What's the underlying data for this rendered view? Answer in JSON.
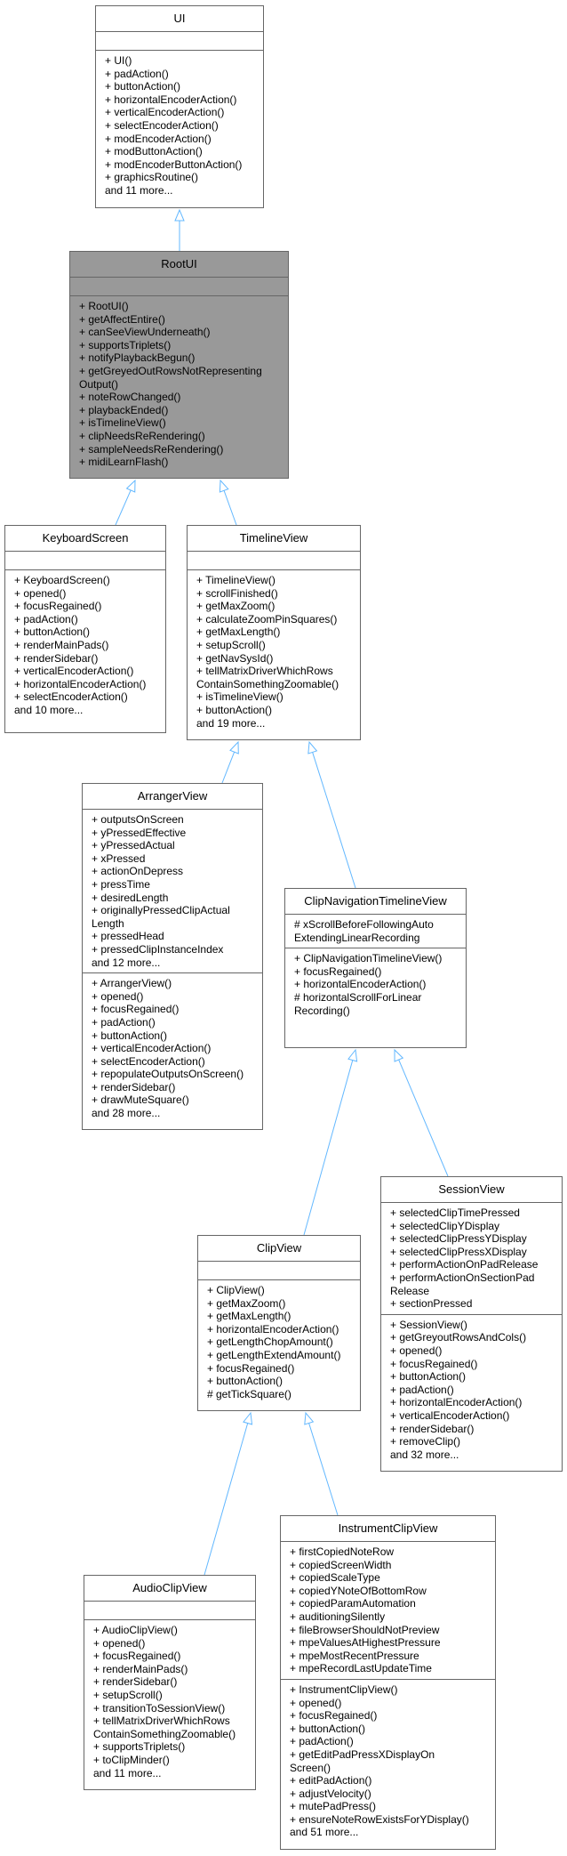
{
  "classes": [
    {
      "name": "UI",
      "highlight": false,
      "attributes": [],
      "methods": [
        "+ UI()",
        "+ padAction()",
        "+ buttonAction()",
        "+ horizontalEncoderAction()",
        "+ verticalEncoderAction()",
        "+ selectEncoderAction()",
        "+ modEncoderAction()",
        "+ modButtonAction()",
        "+ modEncoderButtonAction()",
        "+ graphicsRoutine()",
        "and 11 more..."
      ]
    },
    {
      "name": "RootUI",
      "highlight": true,
      "attributes": [],
      "methods": [
        "+ RootUI()",
        "+ getAffectEntire()",
        "+ canSeeViewUnderneath()",
        "+ supportsTriplets()",
        "+ notifyPlaybackBegun()",
        "+ getGreyedOutRowsNotRepresenting",
        "Output()",
        "+ noteRowChanged()",
        "+ playbackEnded()",
        "+ isTimelineView()",
        "+ clipNeedsReRendering()",
        "+ sampleNeedsReRendering()",
        "+ midiLearnFlash()"
      ]
    },
    {
      "name": "KeyboardScreen",
      "highlight": false,
      "attributes": [],
      "methods": [
        "+ KeyboardScreen()",
        "+ opened()",
        "+ focusRegained()",
        "+ padAction()",
        "+ buttonAction()",
        "+ renderMainPads()",
        "+ renderSidebar()",
        "+ verticalEncoderAction()",
        "+ horizontalEncoderAction()",
        "+ selectEncoderAction()",
        "and 10 more..."
      ]
    },
    {
      "name": "TimelineView",
      "highlight": false,
      "attributes": [],
      "methods": [
        "+ TimelineView()",
        "+ scrollFinished()",
        "+ getMaxZoom()",
        "+ calculateZoomPinSquares()",
        "+ getMaxLength()",
        "+ setupScroll()",
        "+ getNavSysId()",
        "+ tellMatrixDriverWhichRows",
        "ContainSomethingZoomable()",
        "+ isTimelineView()",
        "+ buttonAction()",
        "and 19 more..."
      ]
    },
    {
      "name": "ArrangerView",
      "highlight": false,
      "attributes": [
        "+ outputsOnScreen",
        "+ yPressedEffective",
        "+ yPressedActual",
        "+ xPressed",
        "+ actionOnDepress",
        "+ pressTime",
        "+ desiredLength",
        "+ originallyPressedClipActual",
        "Length",
        "+ pressedHead",
        "+ pressedClipInstanceIndex",
        "and 12 more..."
      ],
      "methods": [
        "+ ArrangerView()",
        "+ opened()",
        "+ focusRegained()",
        "+ padAction()",
        "+ buttonAction()",
        "+ verticalEncoderAction()",
        "+ selectEncoderAction()",
        "+ repopulateOutputsOnScreen()",
        "+ renderSidebar()",
        "+ drawMuteSquare()",
        "and 28 more..."
      ]
    },
    {
      "name": "ClipNavigationTimelineView",
      "highlight": false,
      "attributes": [
        "# xScrollBeforeFollowingAuto",
        "ExtendingLinearRecording"
      ],
      "methods": [
        "+ ClipNavigationTimelineView()",
        "+ focusRegained()",
        "+ horizontalEncoderAction()",
        "# horizontalScrollForLinear",
        "Recording()"
      ]
    },
    {
      "name": "SessionView",
      "highlight": false,
      "attributes": [
        "+ selectedClipTimePressed",
        "+ selectedClipYDisplay",
        "+ selectedClipPressYDisplay",
        "+ selectedClipPressXDisplay",
        "+ performActionOnPadRelease",
        "+ performActionOnSectionPad",
        "Release",
        "+ sectionPressed"
      ],
      "methods": [
        "+ SessionView()",
        "+ getGreyoutRowsAndCols()",
        "+ opened()",
        "+ focusRegained()",
        "+ buttonAction()",
        "+ padAction()",
        "+ horizontalEncoderAction()",
        "+ verticalEncoderAction()",
        "+ renderSidebar()",
        "+ removeClip()",
        "and 32 more..."
      ]
    },
    {
      "name": "ClipView",
      "highlight": false,
      "attributes": [],
      "methods": [
        "+ ClipView()",
        "+ getMaxZoom()",
        "+ getMaxLength()",
        "+ horizontalEncoderAction()",
        "+ getLengthChopAmount()",
        "+ getLengthExtendAmount()",
        "+ focusRegained()",
        "+ buttonAction()",
        "# getTickSquare()"
      ]
    },
    {
      "name": "InstrumentClipView",
      "highlight": false,
      "attributes": [
        "+ firstCopiedNoteRow",
        "+ copiedScreenWidth",
        "+ copiedScaleType",
        "+ copiedYNoteOfBottomRow",
        "+ copiedParamAutomation",
        "+ auditioningSilently",
        "+ fileBrowserShouldNotPreview",
        "+ mpeValuesAtHighestPressure",
        "+ mpeMostRecentPressure",
        "+ mpeRecordLastUpdateTime"
      ],
      "methods": [
        "+ InstrumentClipView()",
        "+ opened()",
        "+ focusRegained()",
        "+ buttonAction()",
        "+ padAction()",
        "+ getEditPadPressXDisplayOn",
        "Screen()",
        "+ editPadAction()",
        "+ adjustVelocity()",
        "+ mutePadPress()",
        "+ ensureNoteRowExistsForYDisplay()",
        "and 51 more..."
      ]
    },
    {
      "name": "AudioClipView",
      "highlight": false,
      "attributes": [],
      "methods": [
        "+ AudioClipView()",
        "+ opened()",
        "+ focusRegained()",
        "+ renderMainPads()",
        "+ renderSidebar()",
        "+ setupScroll()",
        "+ transitionToSessionView()",
        "+ tellMatrixDriverWhichRows",
        "ContainSomethingZoomable()",
        "+ supportsTriplets()",
        "+ toClipMinder()",
        "and 11 more..."
      ]
    }
  ],
  "inheritance": [
    {
      "child": "RootUI",
      "parent": "UI"
    },
    {
      "child": "KeyboardScreen",
      "parent": "RootUI"
    },
    {
      "child": "TimelineView",
      "parent": "RootUI"
    },
    {
      "child": "ArrangerView",
      "parent": "TimelineView"
    },
    {
      "child": "ClipNavigationTimelineView",
      "parent": "TimelineView"
    },
    {
      "child": "ClipView",
      "parent": "ClipNavigationTimelineView"
    },
    {
      "child": "SessionView",
      "parent": "ClipNavigationTimelineView"
    },
    {
      "child": "AudioClipView",
      "parent": "ClipView"
    },
    {
      "child": "InstrumentClipView",
      "parent": "ClipView"
    }
  ],
  "colors": {
    "edge": "#63b8ff",
    "box_border": "#666666",
    "highlight_fill": "#999999",
    "box_fill": "#ffffff"
  }
}
